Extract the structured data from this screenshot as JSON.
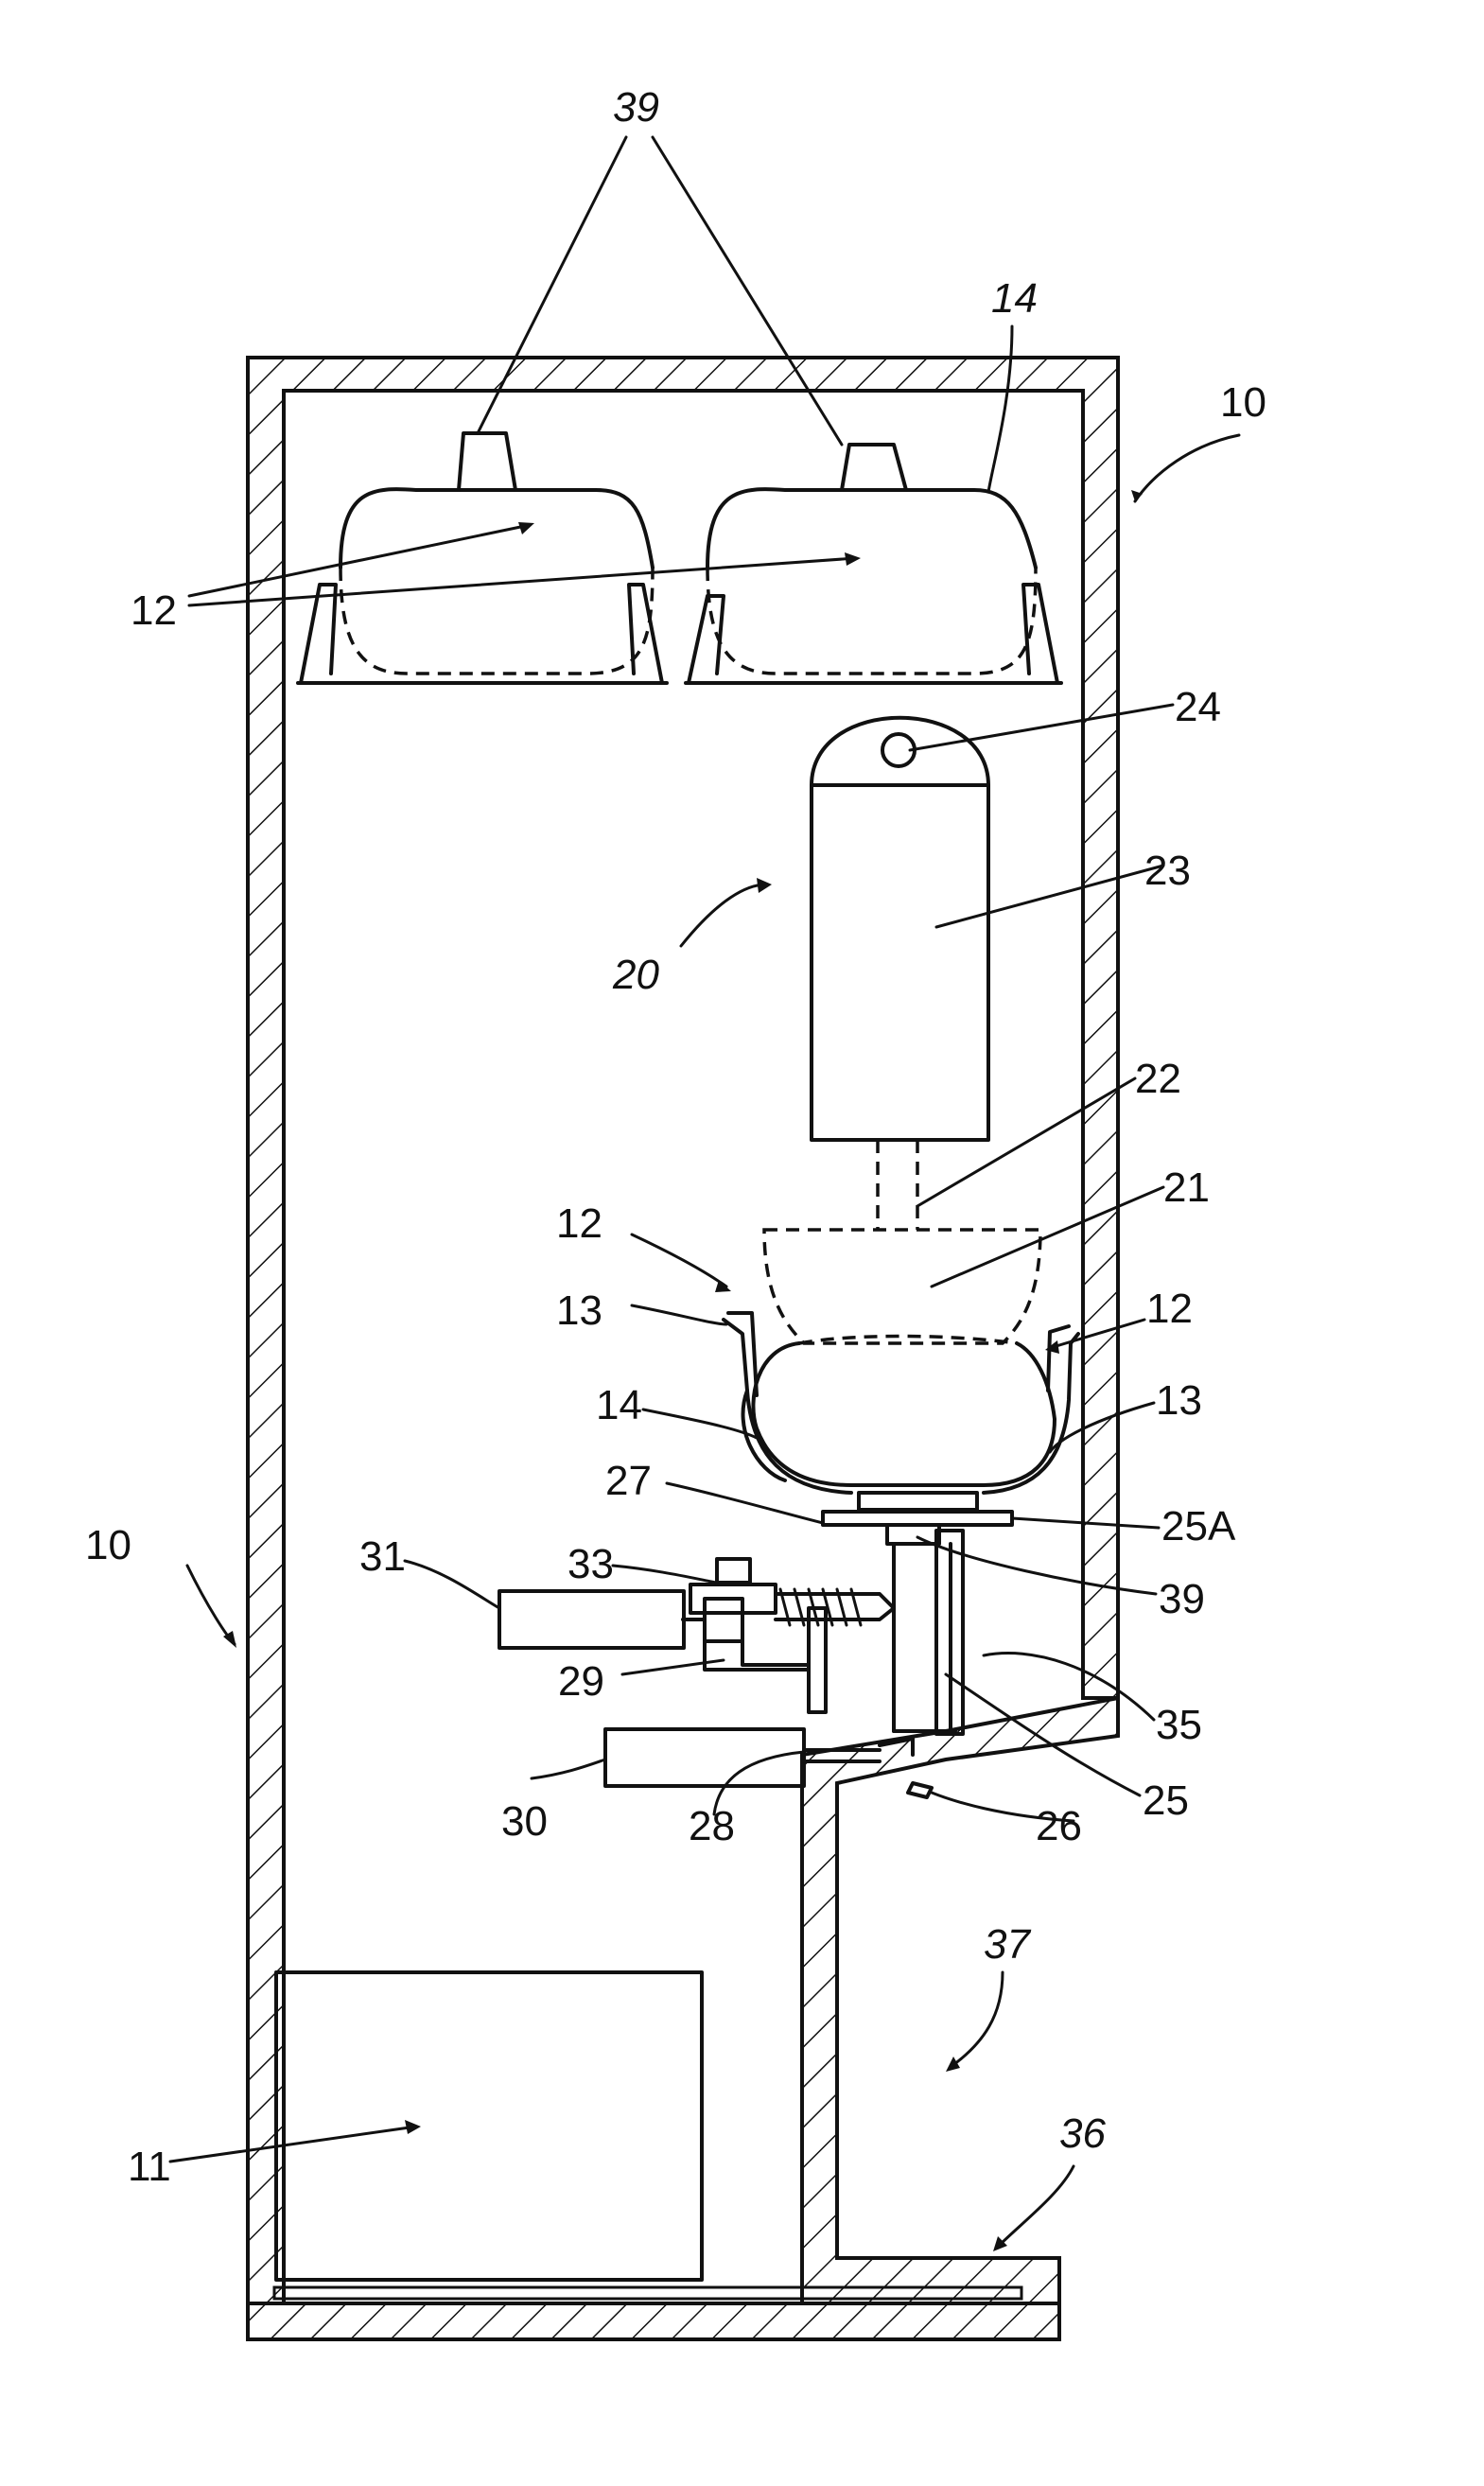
{
  "figure": {
    "labels": {
      "l39_top": "39",
      "l14_top": "14",
      "l10_right": "10",
      "l12_top": "12",
      "l24": "24",
      "l23": "23",
      "l20": "20",
      "l22": "22",
      "l21": "21",
      "l12_mid_left": "12",
      "l13_left": "13",
      "l12_mid_right": "12",
      "l14_mid": "14",
      "l13_right": "13",
      "l27": "27",
      "l25A": "25A",
      "l10_left": "10",
      "l31": "31",
      "l33": "33",
      "l39_mid": "39",
      "l29": "29",
      "l35": "35",
      "l30": "30",
      "l28": "28",
      "l25": "25",
      "l26": "26",
      "l37": "37",
      "l36": "36",
      "l11": "11"
    }
  }
}
